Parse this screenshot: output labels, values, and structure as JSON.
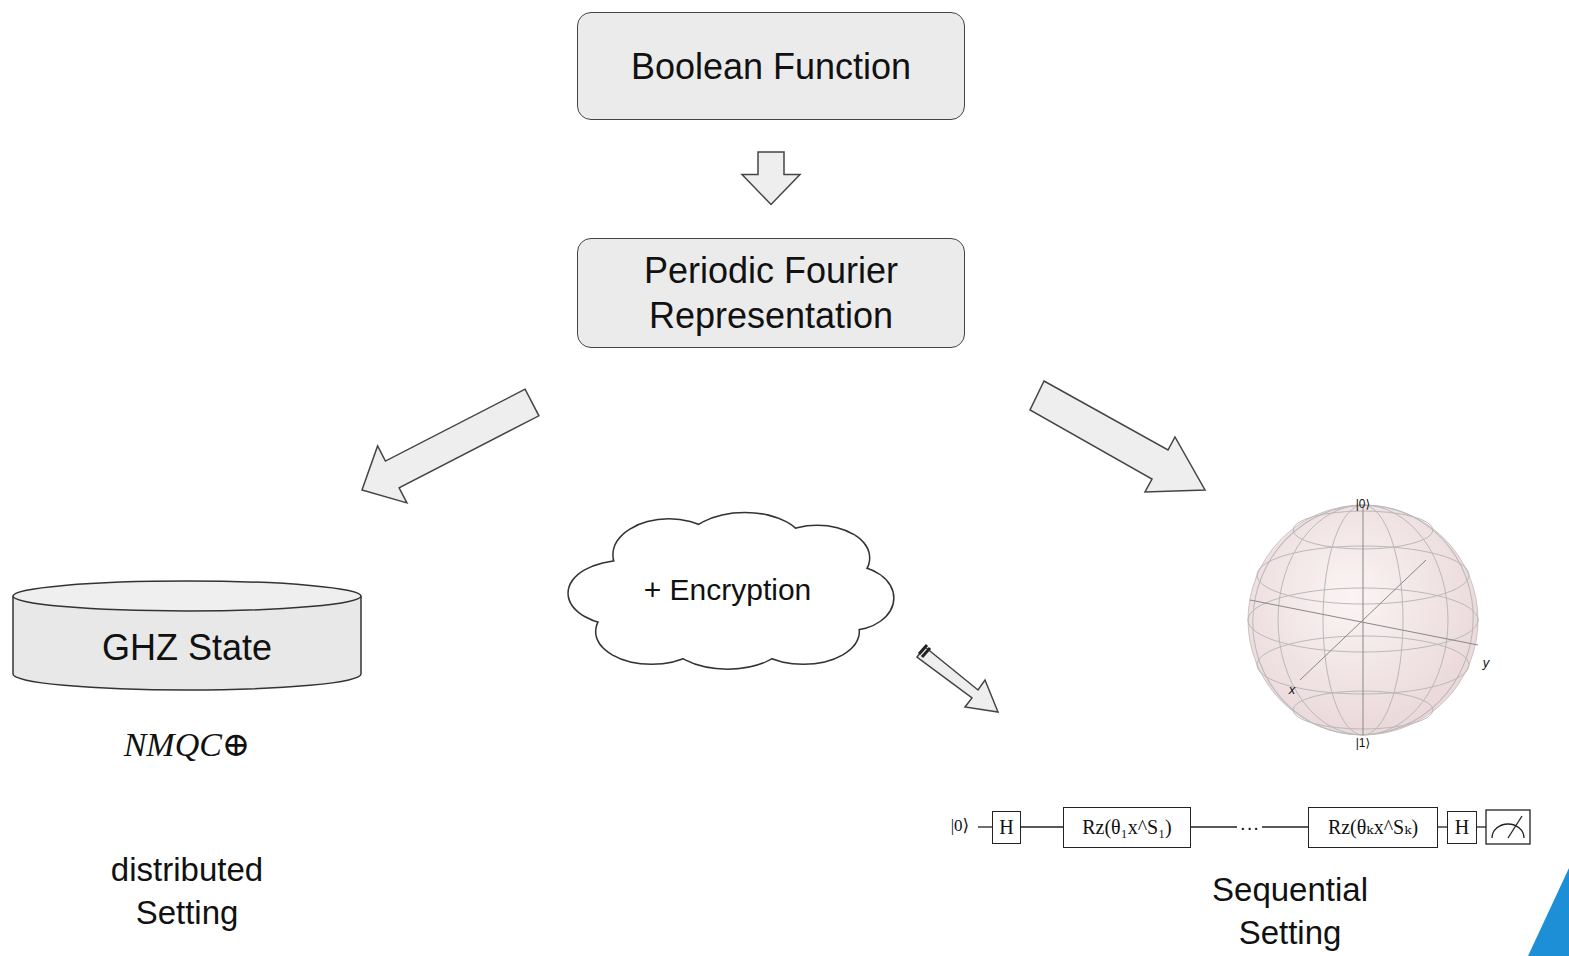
{
  "diagram": {
    "nodes": [
      {
        "text": [
          "Boolean Function"
        ]
      },
      {
        "text": [
          "Periodic Fourier Representation"
        ]
      },
      {
        "text": [
          "GHZ State"
        ]
      },
      {
        "text": [
          "+ Encryption"
        ]
      },
      {
        "text": [
          "H"
        ]
      },
      {
        "text": [
          "Rz(θ₁x^S₁)"
        ]
      },
      {
        "text": [
          "Rz(θₖx^Sₖ)"
        ]
      },
      {
        "text": [
          "H"
        ]
      }
    ],
    "edges": [
      {
        "from": 0,
        "to": 1,
        "arrow": "to"
      },
      {
        "from": 1,
        "to": 2,
        "arrow": "to"
      },
      {
        "from": 4,
        "to": 5,
        "arrow": "none"
      },
      {
        "from": 5,
        "to": 6,
        "arrow": "none",
        "label": "···"
      },
      {
        "from": 6,
        "to": 7,
        "arrow": "none"
      }
    ],
    "labels": [
      "NMQC⊕",
      "distributed Setting",
      "Sequential Setting",
      "|0⟩",
      "|0⟩",
      "|1⟩",
      "x",
      "y"
    ]
  }
}
